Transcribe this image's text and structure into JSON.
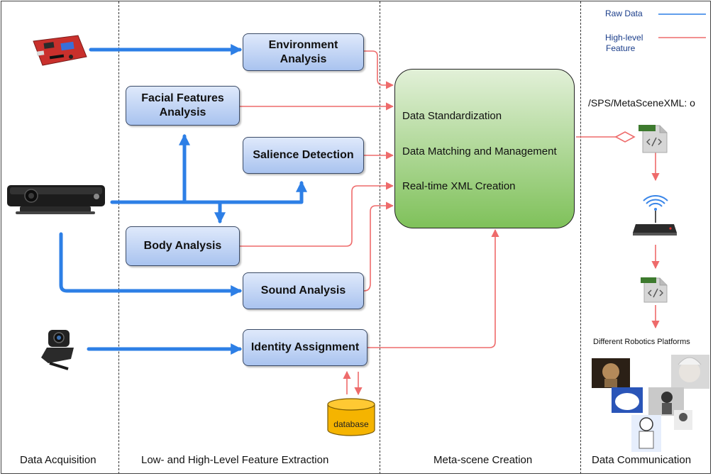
{
  "legend": {
    "raw_data_label": "Raw Data",
    "high_level_label_line1": "High-level",
    "high_level_label_line2": "Feature",
    "raw_data_color": "#2d7fe6",
    "high_level_color": "#ee6b6b"
  },
  "columns": [
    "Data Acquisition",
    "Low- and High-Level Feature Extraction",
    "Meta-scene Creation",
    "Data Communication"
  ],
  "modules": {
    "environment": "Environment\nAnalysis",
    "facial": "Facial Features\nAnalysis",
    "salience": "Salience Detection",
    "body": "Body Analysis",
    "sound": "Sound Analysis",
    "identity": "Identity Assignment"
  },
  "meta_scene": {
    "steps": [
      "Data Standardization",
      "Data Matching and Management",
      "Real-time XML Creation"
    ]
  },
  "database_label": "database",
  "xml_output_path": "/SPS/MetaSceneXML: o",
  "xml_file_tag": "XML",
  "platforms_label": "Different Robotics Platforms",
  "colors": {
    "box_top": "#dfe9fb",
    "box_bottom": "#a9c3ef",
    "meta_top": "#e2f0d8",
    "meta_bottom": "#7fc15a",
    "database": "#f5b400"
  }
}
